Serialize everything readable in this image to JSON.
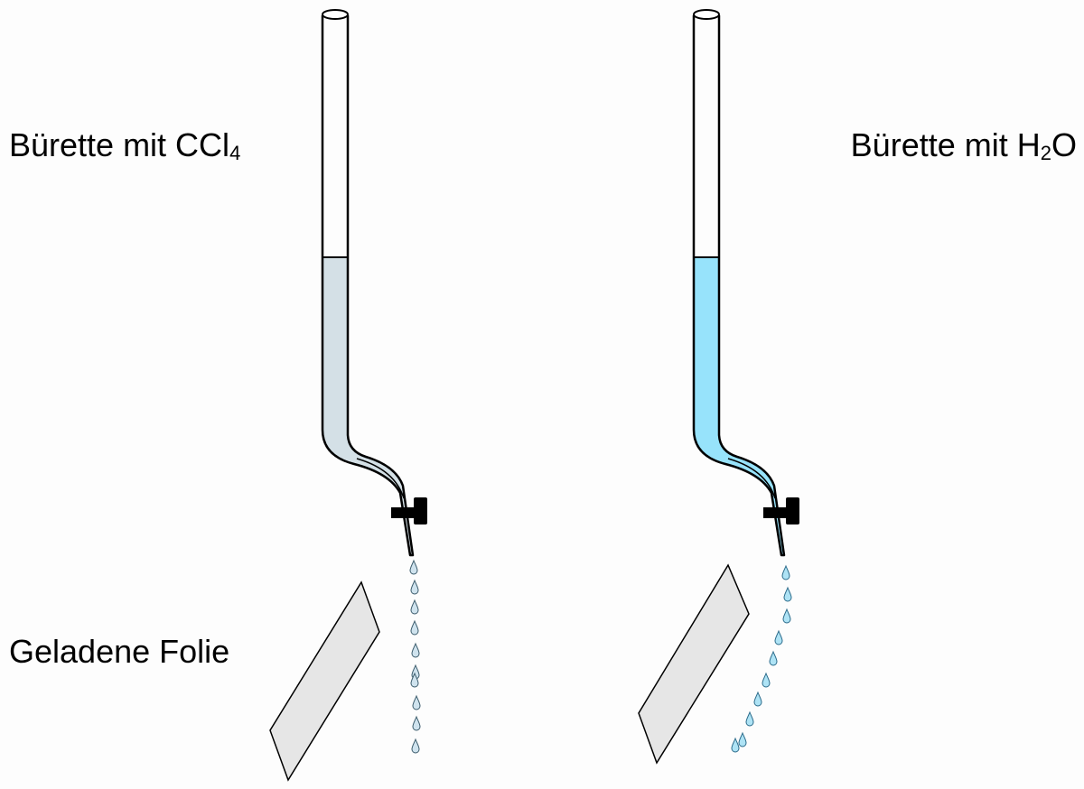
{
  "labels": {
    "left_burette": {
      "text": "Bürette mit CCl",
      "sub": "4"
    },
    "right_burette": {
      "text": "Bürette mit H",
      "sub": "2",
      "suffix": "O"
    },
    "foil": "Geladene Folie"
  },
  "colors": {
    "ccl4_liquid": "#d4e0e6",
    "water_liquid": "#97e3fb",
    "drop_fill": "#cfe3ee",
    "water_drop_fill": "#aee3f5",
    "foil_fill": "#e6e6e6",
    "outline": "#000000"
  }
}
